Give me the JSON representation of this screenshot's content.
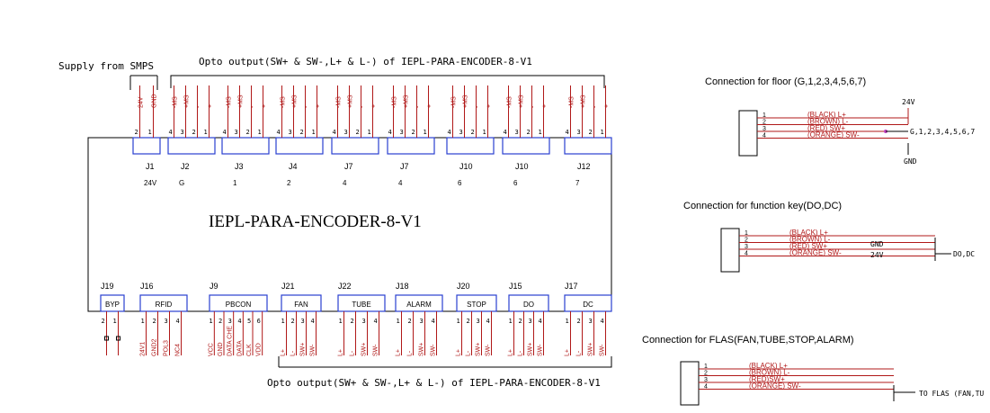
{
  "supply_label": "Supply from SMPS",
  "opto_top_label": "Opto output(SW+ & SW-,L+ & L-) of IEPL-PARA-ENCODER-8-V1",
  "opto_bottom_label": "Opto output(SW+ & SW-,L+ & L-) of IEPL-PARA-ENCODER-8-V1",
  "board_title": "IEPL-PARA-ENCODER-8-V1",
  "top_connectors": [
    {
      "id": "J1",
      "sub": "24V",
      "pins": [
        "2",
        "1"
      ],
      "signals": [
        "24V",
        "GND"
      ]
    },
    {
      "id": "J2",
      "sub": "G",
      "pins": [
        "4",
        "3",
        "2",
        "1"
      ],
      "signals": [
        "-MS",
        "+MS",
        "-",
        "+"
      ]
    },
    {
      "id": "J3",
      "sub": "1",
      "pins": [
        "4",
        "3",
        "2",
        "1"
      ],
      "signals": [
        "-MS",
        "+MS",
        "-",
        "+"
      ]
    },
    {
      "id": "J4",
      "sub": "2",
      "pins": [
        "4",
        "3",
        "2",
        "1"
      ],
      "signals": [
        "-MS",
        "+MS",
        "-",
        "+"
      ]
    },
    {
      "id": "J7",
      "sub": "4",
      "pins": [
        "4",
        "3",
        "2",
        "1"
      ],
      "signals": [
        "-MS",
        "+MS",
        "-",
        "+"
      ]
    },
    {
      "id": "J7",
      "sub": "4",
      "pins": [
        "4",
        "3",
        "2",
        "1"
      ],
      "signals": [
        "-MS",
        "+MS",
        "-",
        "+"
      ]
    },
    {
      "id": "J10",
      "sub": "6",
      "pins": [
        "4",
        "3",
        "2",
        "1"
      ],
      "signals": [
        "-MS",
        "+MS",
        "-",
        "+"
      ]
    },
    {
      "id": "J10",
      "sub": "6",
      "pins": [
        "4",
        "3",
        "2",
        "1"
      ],
      "signals": [
        "-MS",
        "+MS",
        "-",
        "+"
      ]
    },
    {
      "id": "J12",
      "sub": "7",
      "pins": [
        "4",
        "3",
        "2",
        "1"
      ],
      "signals": [
        "-MS",
        "+MS",
        "-",
        "+"
      ]
    }
  ],
  "bottom_connectors": [
    {
      "id": "J19",
      "name": "BYP",
      "pins": [
        "2",
        "1"
      ],
      "signals": []
    },
    {
      "id": "J16",
      "name": "RFID",
      "pins": [
        "1",
        "2",
        "3",
        "4"
      ],
      "signals": [
        "24V1",
        "GND2",
        "POL3",
        "NC4"
      ]
    },
    {
      "id": "J9",
      "name": "PBCON",
      "pins": [
        "1",
        "2",
        "3",
        "4",
        "5",
        "6"
      ],
      "signals": [
        "VCC",
        "GND",
        "DATA CHE",
        "DATA",
        "CLK",
        "VDD"
      ]
    },
    {
      "id": "J21",
      "name": "FAN",
      "pins": [
        "1",
        "2",
        "3",
        "4"
      ],
      "signals": [
        "L+",
        "L-",
        "SW+",
        "SW-"
      ]
    },
    {
      "id": "J22",
      "name": "TUBE",
      "pins": [
        "1",
        "2",
        "3",
        "4"
      ],
      "signals": [
        "L+",
        "L-",
        "SW+",
        "SW-"
      ]
    },
    {
      "id": "J18",
      "name": "ALARM",
      "pins": [
        "1",
        "2",
        "3",
        "4"
      ],
      "signals": [
        "L+",
        "L-",
        "SW+",
        "SW-"
      ]
    },
    {
      "id": "J20",
      "name": "STOP",
      "pins": [
        "1",
        "2",
        "3",
        "4"
      ],
      "signals": [
        "L+",
        "L-",
        "SW+",
        "SW-"
      ]
    },
    {
      "id": "J15",
      "name": "DO",
      "pins": [
        "1",
        "2",
        "3",
        "4"
      ],
      "signals": [
        "L+",
        "L-",
        "SW+",
        "SW-"
      ]
    },
    {
      "id": "J17",
      "name": "DC",
      "pins": [
        "1",
        "2",
        "3",
        "4"
      ],
      "signals": [
        "L+",
        "L-",
        "SW+",
        "SW-"
      ]
    }
  ],
  "floor_block": {
    "title": "Connection for floor (G,1,2,3,4,5,6,7)",
    "wires": [
      {
        "pin": "1",
        "label": "(BLACK) L+"
      },
      {
        "pin": "2",
        "label": "(BROWN) L-"
      },
      {
        "pin": "3",
        "label": "(RED) SW+"
      },
      {
        "pin": "4",
        "label": "(ORANGE) SW-"
      }
    ],
    "v24": "24V",
    "gnd": "GND",
    "target": "G,1,2,3,4,5,6,7"
  },
  "function_block": {
    "title": "Connection for function key(DO,DC)",
    "wires": [
      {
        "pin": "1",
        "label": "(BLACK) L+"
      },
      {
        "pin": "2",
        "label": "(BROWN) L-"
      },
      {
        "pin": "3",
        "label": "(RED) SW+"
      },
      {
        "pin": "4",
        "label": "(ORANGE) SW-"
      }
    ],
    "gnd": "GND",
    "v24": "24V",
    "target": "DO,DC"
  },
  "flas_block": {
    "title": "Connection for FLAS(FAN,TUBE,STOP,ALARM)",
    "wires": [
      {
        "pin": "1",
        "label": "(BLACK) L+"
      },
      {
        "pin": "2",
        "label": "(BROWN) L-"
      },
      {
        "pin": "3",
        "label": "(RED)SW+"
      },
      {
        "pin": "4",
        "label": "(ORANGE) SW-"
      }
    ],
    "target": "TO FLAS (FAN,TU"
  },
  "colors": {
    "wire": "#b01818",
    "connector": "#2a3fd0",
    "line": "#000000"
  }
}
